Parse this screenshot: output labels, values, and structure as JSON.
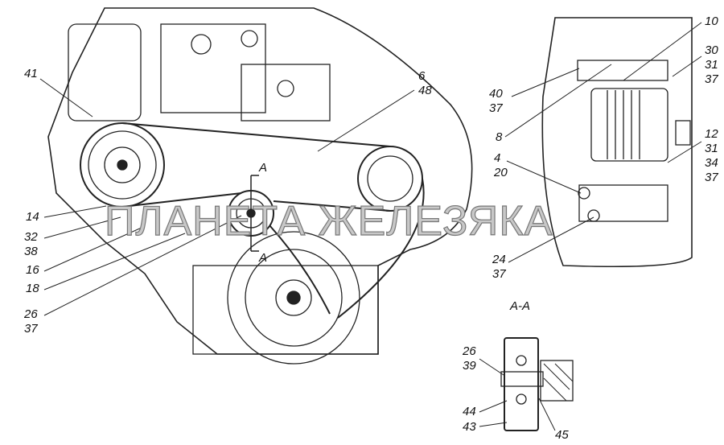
{
  "watermark": "ПЛАНЕТА ЖЕЛЕЗЯКА",
  "main_view": {
    "callouts": [
      {
        "lines": [
          "41"
        ]
      },
      {
        "lines": [
          "6",
          "48"
        ]
      },
      {
        "lines": [
          "14"
        ]
      },
      {
        "lines": [
          "32",
          "38"
        ]
      },
      {
        "lines": [
          "16"
        ]
      },
      {
        "lines": [
          "18"
        ]
      },
      {
        "lines": [
          "26",
          "37"
        ]
      }
    ],
    "section_marks": [
      "A",
      "A"
    ]
  },
  "side_view": {
    "callouts": [
      {
        "lines": [
          "40",
          "37"
        ]
      },
      {
        "lines": [
          "8"
        ]
      },
      {
        "lines": [
          "10"
        ]
      },
      {
        "lines": [
          "30",
          "31",
          "37"
        ]
      },
      {
        "lines": [
          "12",
          "31",
          "34",
          "37"
        ]
      },
      {
        "lines": [
          "4",
          "20"
        ]
      },
      {
        "lines": [
          "24",
          "37"
        ]
      }
    ]
  },
  "section_view": {
    "title": "A-A",
    "callouts": [
      {
        "lines": [
          "26",
          "39"
        ]
      },
      {
        "lines": [
          "44"
        ]
      },
      {
        "lines": [
          "43"
        ]
      },
      {
        "lines": [
          "45"
        ]
      }
    ]
  }
}
